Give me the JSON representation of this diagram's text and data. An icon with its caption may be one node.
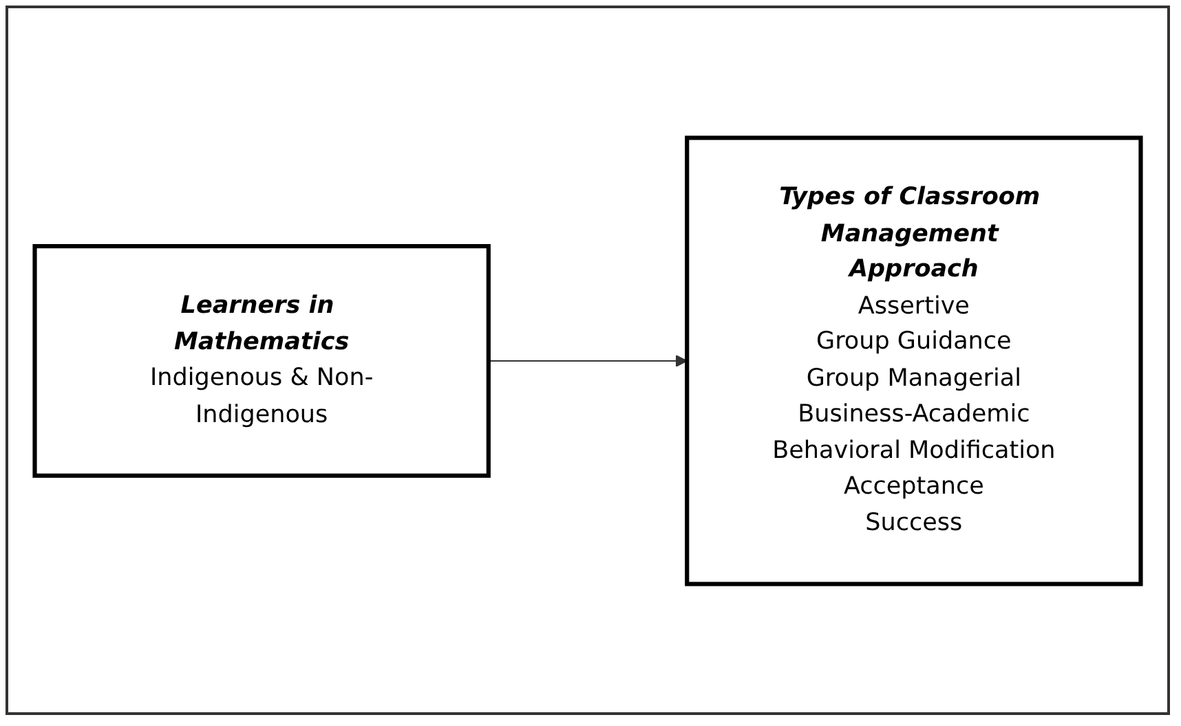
{
  "diagram": {
    "nodes": [
      {
        "text": [
          "Learners in Mathematics",
          "Indigenous & Non-Indigenous"
        ]
      },
      {
        "text": [
          "Types of Classroom Management Approach",
          "Assertive",
          "Group Guidance",
          "Group Managerial",
          "Business-Academic",
          "Behavioral Modification",
          "Acceptance",
          "Success"
        ]
      }
    ],
    "edges": [
      {
        "from": 0,
        "to": 1,
        "arrow": "to"
      }
    ]
  }
}
